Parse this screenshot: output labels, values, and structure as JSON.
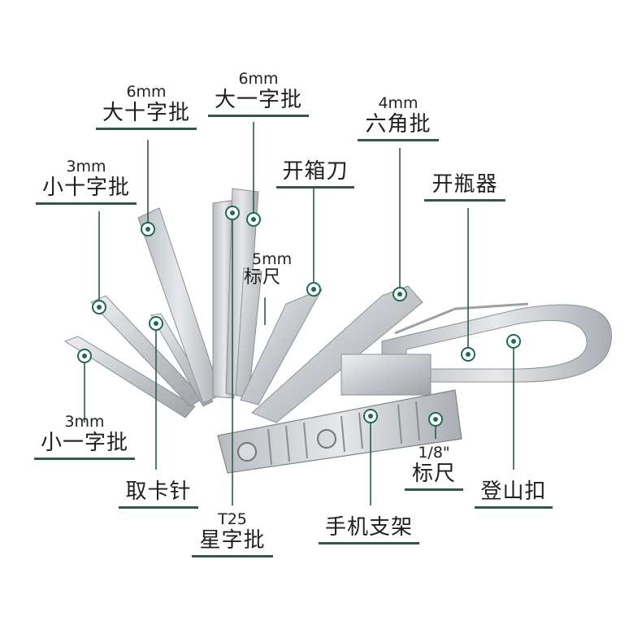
{
  "colors": {
    "accent": "#2b5b4a",
    "dot": "#1f6b52",
    "metal": "#c9ccd0"
  },
  "labels": {
    "big_phillips": {
      "size": "6mm",
      "name": "大十字批"
    },
    "big_flat": {
      "size": "6mm",
      "name": "大一字批"
    },
    "hex": {
      "size": "4mm",
      "name": "六角批"
    },
    "small_phillips": {
      "size": "3mm",
      "name": "小十字批"
    },
    "box_cutter": {
      "size": "",
      "name": "开箱刀"
    },
    "bottle_opener": {
      "size": "",
      "name": "开瓶器"
    },
    "ruler_5mm": {
      "size": "5mm",
      "name": "标尺"
    },
    "small_flat": {
      "size": "3mm",
      "name": "小一字批"
    },
    "sim_pin": {
      "size": "",
      "name": "取卡针"
    },
    "torx": {
      "size": "T25",
      "name": "星字批"
    },
    "phone_stand": {
      "size": "",
      "name": "手机支架"
    },
    "ruler_inch": {
      "size": "1/8\"",
      "name": "标尺"
    },
    "carabiner": {
      "size": "",
      "name": "登山扣"
    }
  }
}
